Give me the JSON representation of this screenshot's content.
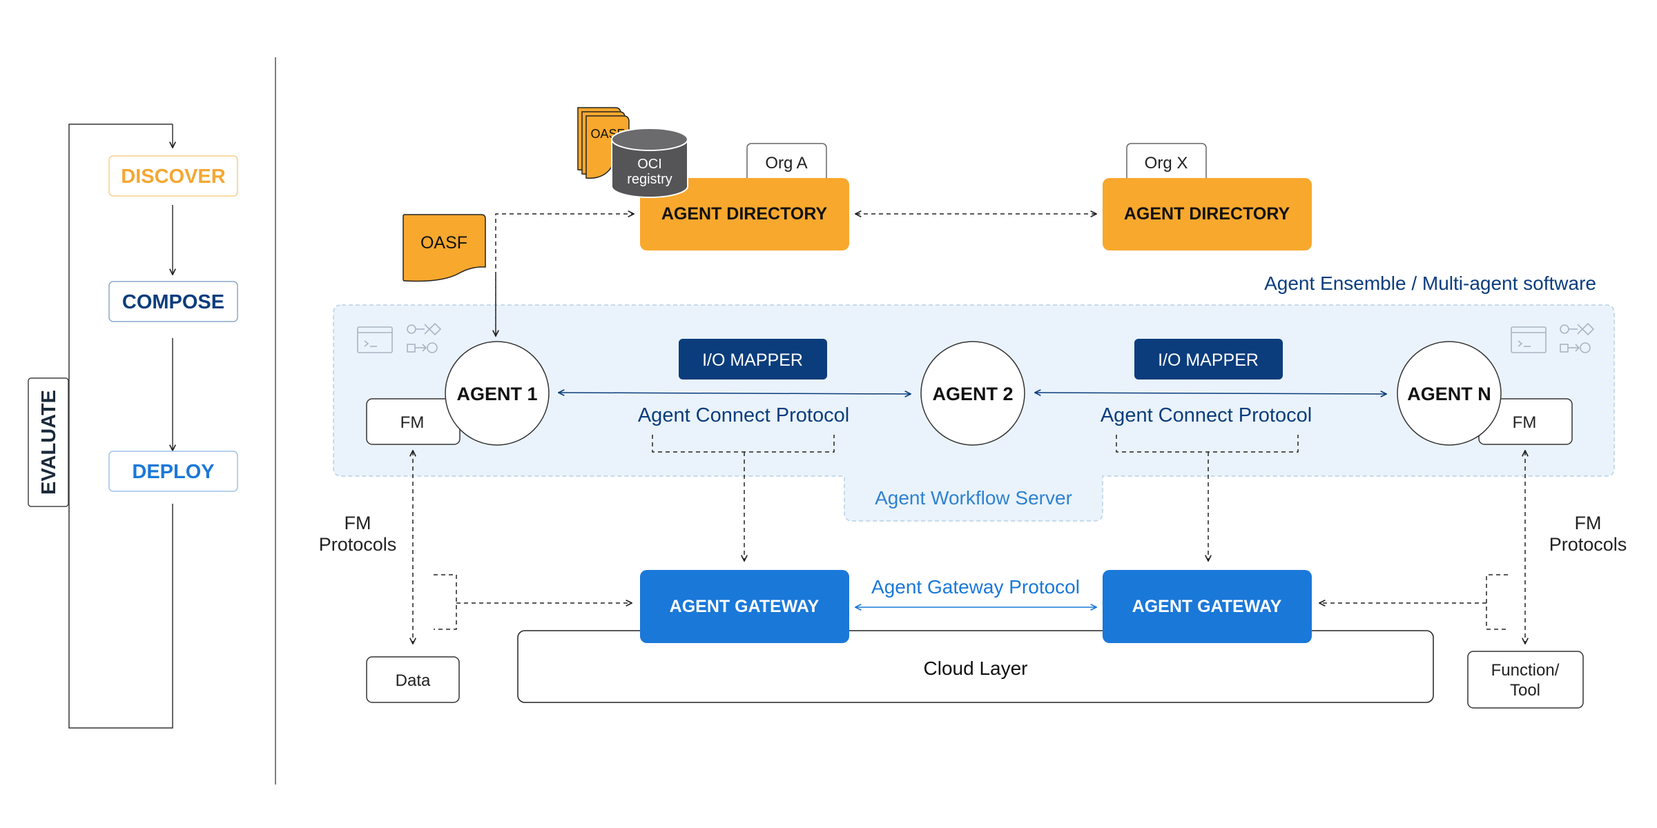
{
  "lifecycle": {
    "discover": "DISCOVER",
    "compose": "COMPOSE",
    "deploy": "DEPLOY",
    "evaluate": "EVALUATE"
  },
  "directory": {
    "left_label": "AGENT DIRECTORY",
    "right_label": "AGENT DIRECTORY",
    "org_left": "Org A",
    "org_right": "Org X",
    "oasf_stack": "OASF",
    "oci_line1": "OCI",
    "oci_line2": "registry",
    "oasf_doc": "OASF"
  },
  "ensemble": {
    "title": "Agent Ensemble / Multi-agent software",
    "workflow_server": "Agent Workflow Server",
    "agent1": "AGENT 1",
    "agent2": "AGENT 2",
    "agentn": "AGENT N",
    "fm_left": "FM",
    "fm_right": "FM",
    "mapper_left": "I/O MAPPER",
    "mapper_right": "I/O MAPPER",
    "acp_left": "Agent Connect Protocol",
    "acp_right": "Agent Connect Protocol"
  },
  "gateway": {
    "left_label": "AGENT GATEWAY",
    "right_label": "AGENT GATEWAY",
    "protocol": "Agent Gateway Protocol",
    "cloud": "Cloud Layer"
  },
  "resources": {
    "fm_protocols_left_line1": "FM",
    "fm_protocols_left_line2": "Protocols",
    "fm_protocols_right_line1": "FM",
    "fm_protocols_right_line2": "Protocols",
    "data": "Data",
    "function_line1": "Function/",
    "function_line2": "Tool"
  },
  "colors": {
    "orange": "#f8a82d",
    "orange_text": "#f5a732",
    "navy": "#0b3d7d",
    "blue": "#1a78d9",
    "light_blue": "#2f82d0",
    "ensemble_fill": "#eaf3fb",
    "dark_gray": "#555557"
  },
  "icons": [
    "terminal-window-icon",
    "workflow-nodes-icon"
  ]
}
